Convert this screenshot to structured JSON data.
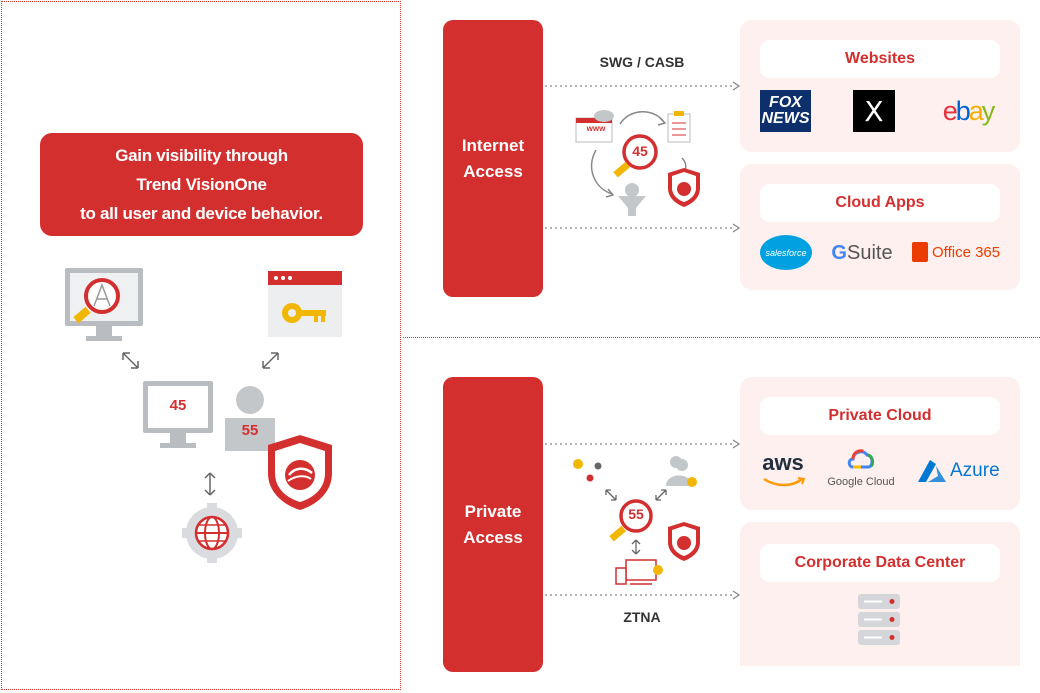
{
  "left": {
    "banner_lines": [
      "Gain visibility through",
      "Trend VisionOne",
      "to all user and device behavior."
    ],
    "monitor_score": "45",
    "user_score": "55"
  },
  "internet": {
    "pill_lines": [
      "Internet",
      "Access"
    ],
    "connector_label": "SWG / CASB",
    "center_score": "45",
    "www_text": "www"
  },
  "private": {
    "pill_lines": [
      "Private",
      "Access"
    ],
    "connector_label": "ZTNA",
    "center_score": "55"
  },
  "groups": {
    "websites": {
      "title": "Websites",
      "logos": {
        "fox": [
          "FOX",
          "NEWS"
        ],
        "x": "X",
        "ebay": [
          "e",
          "b",
          "a",
          "y"
        ]
      }
    },
    "cloud_apps": {
      "title": "Cloud Apps",
      "logos": {
        "salesforce": "salesforce",
        "gsuite_g": "G",
        "gsuite": "Suite",
        "office": "Office 365"
      }
    },
    "private_cloud": {
      "title": "Private Cloud",
      "logos": {
        "aws": "aws",
        "google_cloud": "Google Cloud",
        "azure": "Azure"
      }
    },
    "data_center": {
      "title": "Corporate Data Center"
    }
  },
  "colors": {
    "brand_red": "#d32f2f",
    "panel_pink": "#fdf0ef",
    "ebay_red": "#e53238",
    "ebay_blue": "#0064d2",
    "ebay_yellow": "#f5af02",
    "ebay_green": "#86b817",
    "azure_blue": "#0078d4",
    "salesforce_blue": "#00a1e0",
    "aws_orange": "#ff9900",
    "office_orange": "#eb3c00"
  }
}
